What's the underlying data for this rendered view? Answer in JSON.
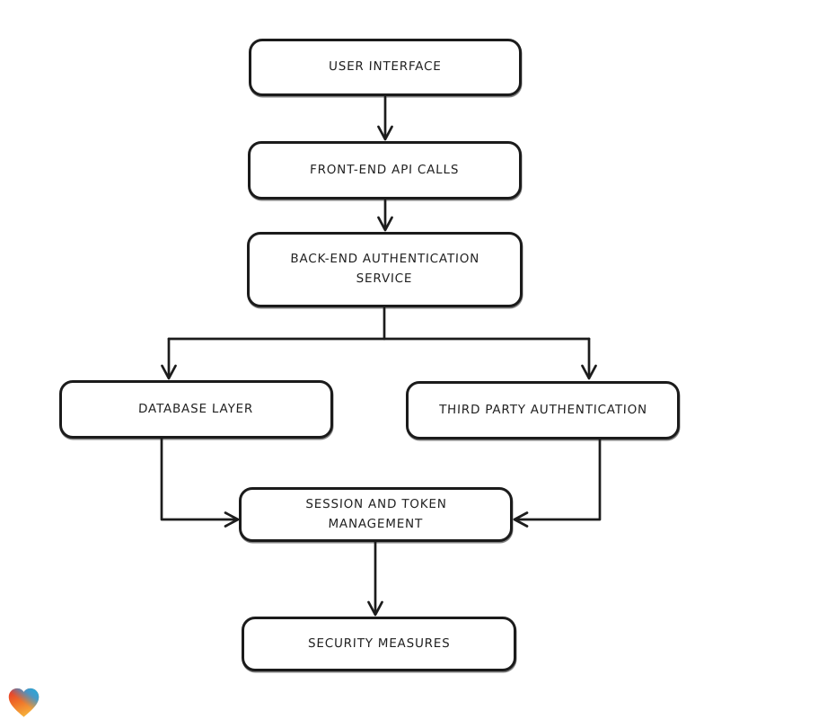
{
  "diagram": {
    "type": "flowchart",
    "colors": {
      "canvas_background": "#ffffff",
      "node_fill": "#ffffff",
      "stroke": "#1c1c1c",
      "text": "#1f1f1f"
    },
    "nodes": [
      {
        "id": "user-interface",
        "label": "USER INTERFACE"
      },
      {
        "id": "front-end-api-calls",
        "label": "FRONT-END API CALLS"
      },
      {
        "id": "back-end-authentication-service",
        "label": "BACK-END AUTHENTICATION\nSERVICE"
      },
      {
        "id": "database-layer",
        "label": "DATABASE LAYER"
      },
      {
        "id": "third-party-authentication",
        "label": "THIRD PARTY AUTHENTICATION"
      },
      {
        "id": "session-and-token-management",
        "label": "SESSION AND TOKEN\nMANAGEMENT"
      },
      {
        "id": "security-measures",
        "label": "SECURITY MEASURES"
      }
    ],
    "edges": [
      {
        "from": "user-interface",
        "to": "front-end-api-calls"
      },
      {
        "from": "front-end-api-calls",
        "to": "back-end-authentication-service"
      },
      {
        "from": "back-end-authentication-service",
        "to": "database-layer"
      },
      {
        "from": "back-end-authentication-service",
        "to": "third-party-authentication"
      },
      {
        "from": "database-layer",
        "to": "session-and-token-management"
      },
      {
        "from": "third-party-authentication",
        "to": "session-and-token-management"
      },
      {
        "from": "session-and-token-management",
        "to": "security-measures"
      }
    ],
    "logo": {
      "name": "gradient-heart",
      "colors": [
        "#e6332a",
        "#f2892a",
        "#f6b33c",
        "#2d9fe0"
      ]
    }
  }
}
